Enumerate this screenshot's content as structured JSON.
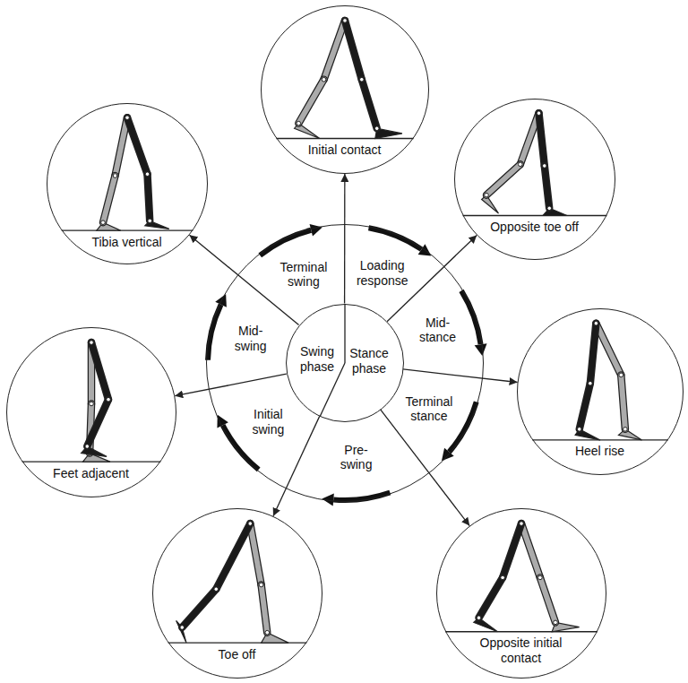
{
  "diagram": {
    "nodes": [
      {
        "text": [
          "Loading response",
          "Mid-stance",
          "Terminal stance",
          "Pre-swing",
          "Initial swing",
          "Mid-swing",
          "Terminal swing"
        ]
      },
      {
        "text": [
          "Swing phase",
          "Stance phase"
        ],
        "in": 0
      },
      {
        "text": [
          "Initial contact"
        ]
      },
      {
        "text": [
          "Opposite toe off"
        ]
      },
      {
        "text": [
          "Heel rise"
        ]
      },
      {
        "text": [
          "Opposite initial contact"
        ]
      },
      {
        "text": [
          "Toe off"
        ]
      },
      {
        "text": [
          "Feet adjacent"
        ]
      },
      {
        "text": [
          "Tibia vertical"
        ]
      }
    ],
    "edges": [
      {
        "from": 1,
        "to": 2,
        "arrow": "to"
      },
      {
        "from": 1,
        "to": 3,
        "arrow": "to"
      },
      {
        "from": 1,
        "to": 4,
        "arrow": "to"
      },
      {
        "from": 1,
        "to": 5,
        "arrow": "to"
      },
      {
        "from": 1,
        "to": 6,
        "arrow": "to"
      },
      {
        "from": 1,
        "to": 7,
        "arrow": "to"
      },
      {
        "from": 1,
        "to": 8,
        "arrow": "to"
      }
    ]
  }
}
